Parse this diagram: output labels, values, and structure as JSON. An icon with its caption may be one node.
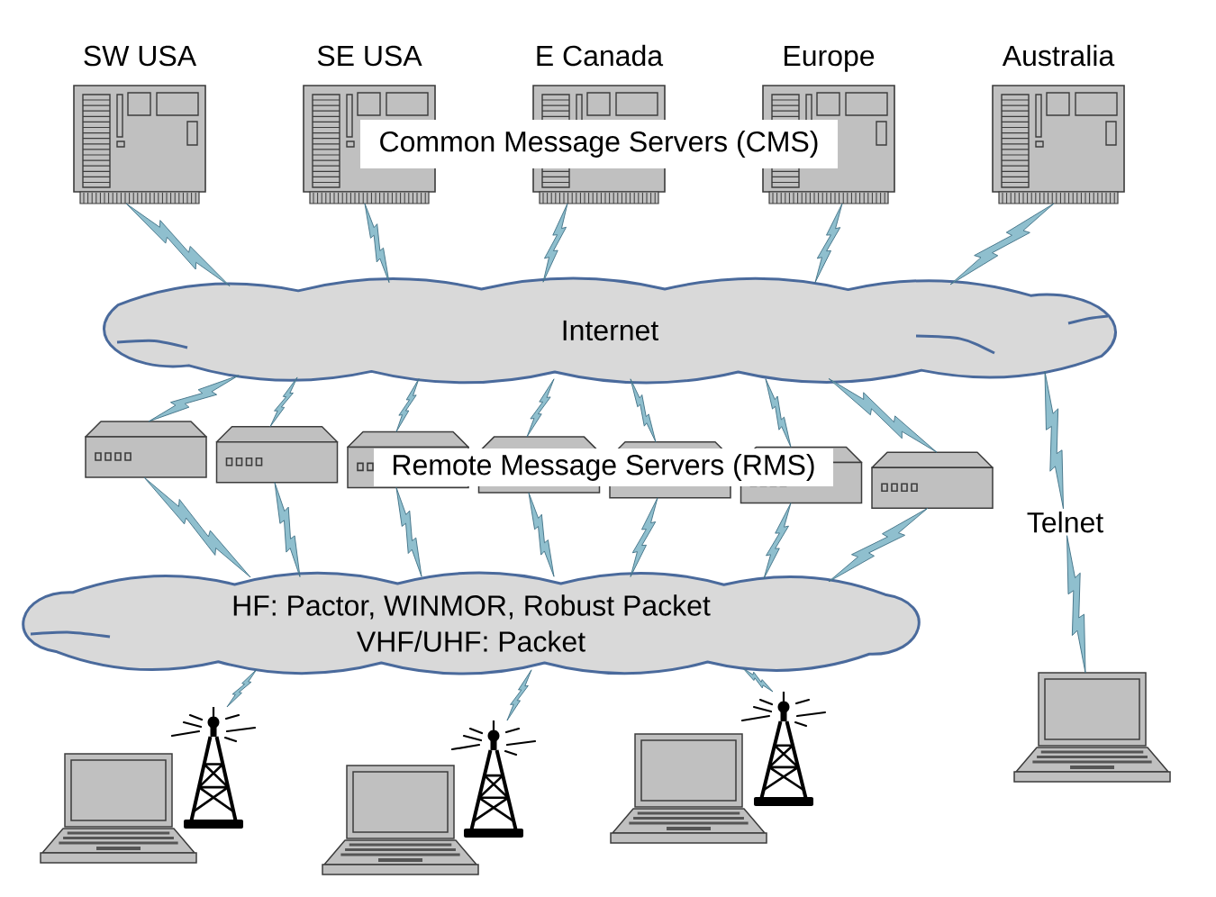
{
  "diagram": {
    "nodes": [
      {
        "text": [
          "SW USA"
        ]
      },
      {
        "text": [
          "SE USA"
        ]
      },
      {
        "text": [
          "E Canada"
        ]
      },
      {
        "text": [
          "Europe"
        ]
      },
      {
        "text": [
          "Australia"
        ]
      },
      {
        "text": [
          "Internet"
        ]
      },
      {
        "text": [],
        "shape": "box"
      },
      {
        "text": [],
        "shape": "box"
      },
      {
        "text": [],
        "shape": "box"
      },
      {
        "text": [],
        "shape": "box"
      },
      {
        "text": [],
        "shape": "box"
      },
      {
        "text": [],
        "shape": "box"
      },
      {
        "text": [],
        "shape": "box"
      },
      {
        "text": [
          "HF: Pactor, WINMOR, Robust Packet",
          "VHF/UHF: Packet"
        ]
      },
      {
        "text": [],
        "shape": "picture"
      },
      {
        "text": [],
        "shape": "picture"
      },
      {
        "text": [],
        "shape": "picture"
      },
      {
        "text": [],
        "shape": "picture"
      },
      {
        "text": [],
        "shape": "picture"
      },
      {
        "text": [],
        "shape": "picture"
      },
      {
        "text": [],
        "shape": "picture"
      }
    ],
    "edges": [
      {
        "from": 0,
        "to": 5,
        "arrow": "none"
      },
      {
        "from": 1,
        "to": 5,
        "arrow": "none"
      },
      {
        "from": 2,
        "to": 5,
        "arrow": "none"
      },
      {
        "from": 3,
        "to": 5,
        "arrow": "none"
      },
      {
        "from": 4,
        "to": 5,
        "arrow": "none"
      },
      {
        "from": 5,
        "to": 6,
        "arrow": "none"
      },
      {
        "from": 5,
        "to": 7,
        "arrow": "none"
      },
      {
        "from": 5,
        "to": 8,
        "arrow": "none"
      },
      {
        "from": 5,
        "to": 9,
        "arrow": "none"
      },
      {
        "from": 5,
        "to": 10,
        "arrow": "none"
      },
      {
        "from": 5,
        "to": 11,
        "arrow": "none"
      },
      {
        "from": 5,
        "to": 12,
        "arrow": "none"
      },
      {
        "from": 6,
        "to": 13,
        "arrow": "none"
      },
      {
        "from": 7,
        "to": 13,
        "arrow": "none"
      },
      {
        "from": 8,
        "to": 13,
        "arrow": "none"
      },
      {
        "from": 9,
        "to": 13,
        "arrow": "none"
      },
      {
        "from": 10,
        "to": 13,
        "arrow": "none"
      },
      {
        "from": 11,
        "to": 13,
        "arrow": "none"
      },
      {
        "from": 12,
        "to": 13,
        "arrow": "none"
      },
      {
        "from": 13,
        "to": 15,
        "arrow": "none"
      },
      {
        "from": 13,
        "to": 17,
        "arrow": "none"
      },
      {
        "from": 13,
        "to": 19,
        "arrow": "none"
      },
      {
        "from": 5,
        "to": 20,
        "arrow": "none",
        "label": "Telnet"
      }
    ],
    "labels": [
      "Common Message Servers (CMS)",
      "Remote Message Servers (RMS)"
    ]
  }
}
